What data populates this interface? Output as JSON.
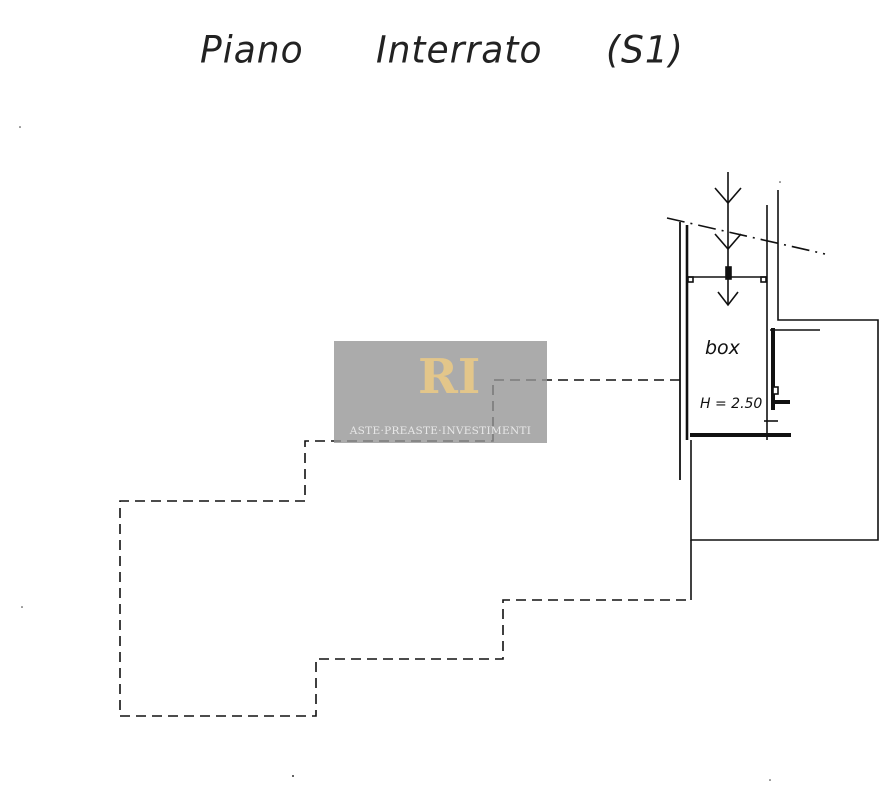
{
  "title": {
    "part1": "Piano",
    "part2": "Interrato",
    "part3": "(S1)"
  },
  "room": {
    "name": "box",
    "height": "H = 2.50"
  },
  "watermark": {
    "monogram": "RI",
    "text": "ASTE·PREASTE·INVESTIMENTI"
  },
  "colors": {
    "line": "#111111",
    "watermark_bg": "#969696",
    "watermark_gold": "#e3c68a"
  }
}
